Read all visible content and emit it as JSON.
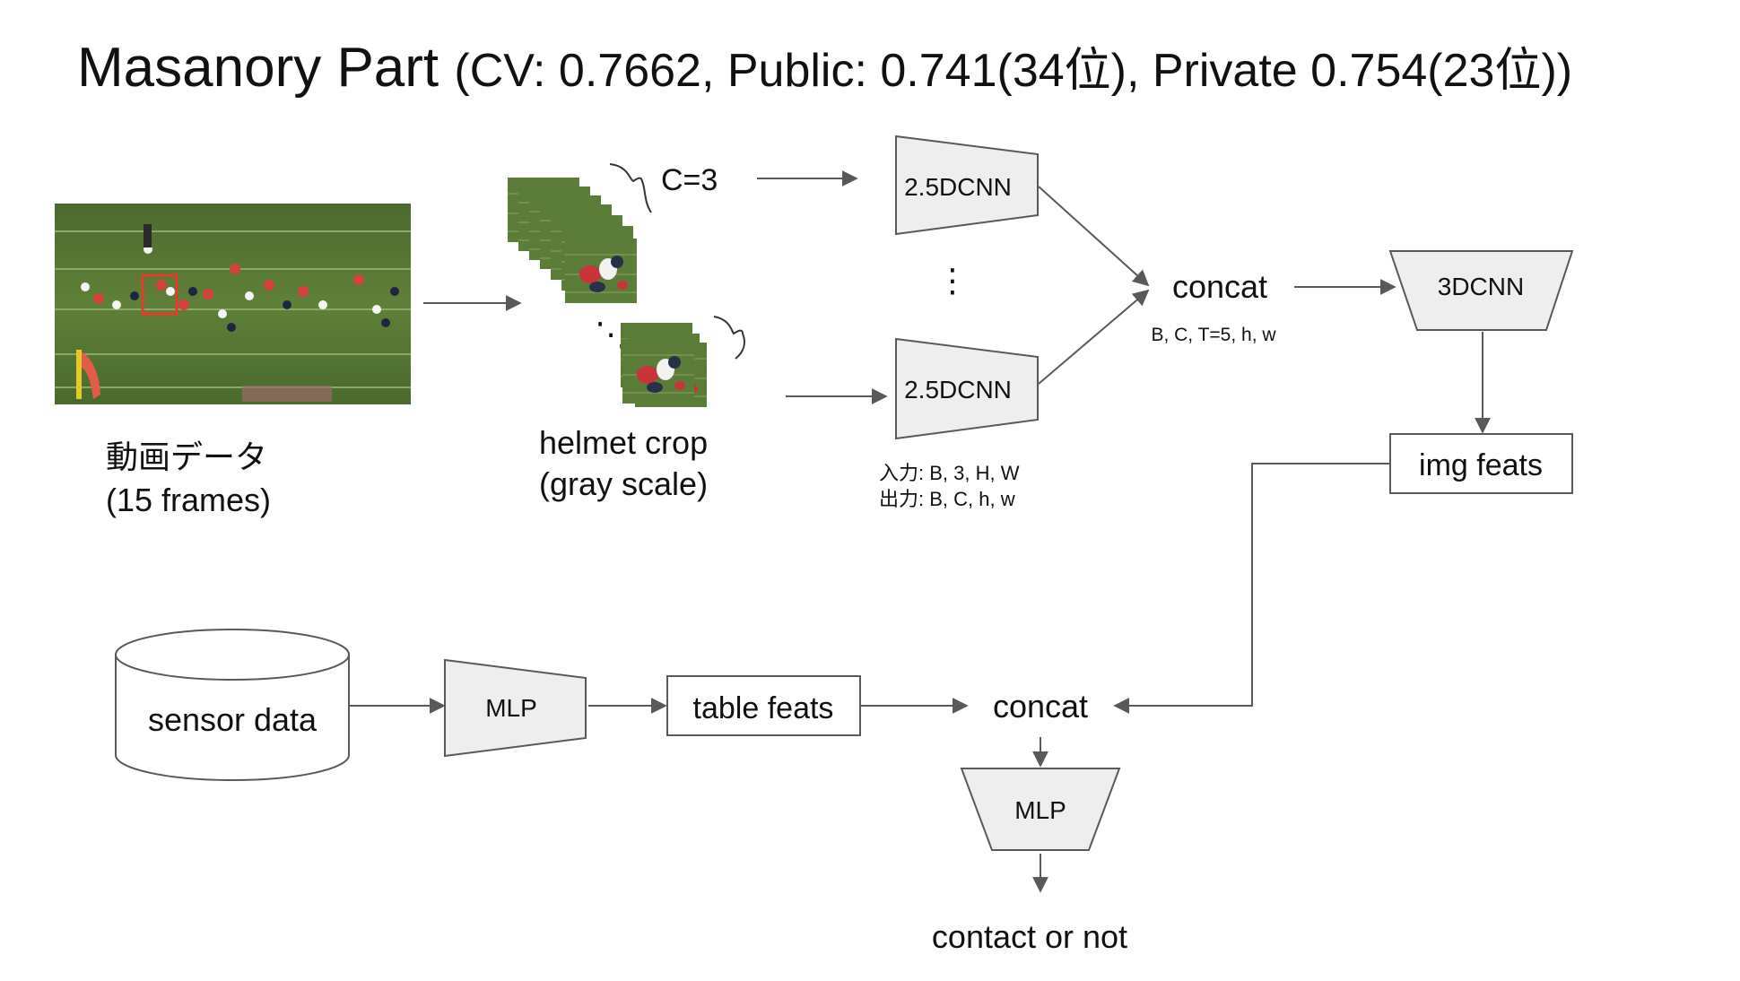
{
  "title": {
    "main": "Masanory Part",
    "scores": "(CV: 0.7662,  Public: 0.741(34位), Private 0.754(23位))"
  },
  "input": {
    "label_line1": "動画データ",
    "label_line2": "(15 frames)",
    "frame_count": 15
  },
  "crops": {
    "label_line1": "helmet crop",
    "label_line2": "(gray scale)",
    "channels": "C=3",
    "ellipsis": "⋱"
  },
  "cnn25d": {
    "label": "2.5DCNN",
    "vertical_ellipsis": "⋮",
    "io_in": "入力: B, 3, H, W",
    "io_out": "出力: B, C, h, w"
  },
  "concat_top": {
    "label": "concat",
    "shape": "B, C, T=5, h, w"
  },
  "cnn3d": {
    "label": "3DCNN"
  },
  "img_feats": {
    "label": "img feats"
  },
  "sensor": {
    "label": "sensor data"
  },
  "mlp_sensor": {
    "label": "MLP"
  },
  "table_feats": {
    "label": "table feats"
  },
  "concat_bottom": {
    "label": "concat"
  },
  "mlp_final": {
    "label": "MLP"
  },
  "output": {
    "label": "contact or not"
  },
  "colors": {
    "shape_fill": "#eeeeee",
    "stroke": "#595959",
    "field_green": "#5a7a3a",
    "bbox_red": "#e53b2c"
  }
}
